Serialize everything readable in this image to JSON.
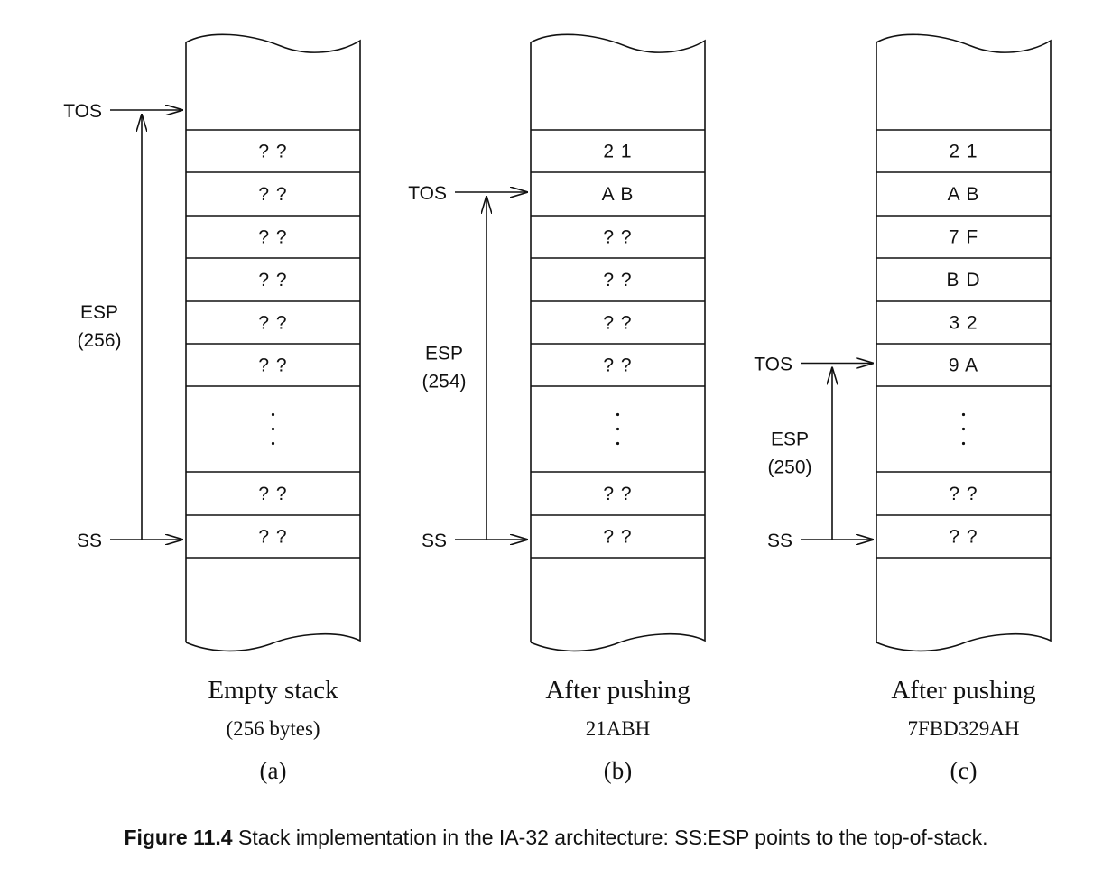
{
  "figure": {
    "caption_number": "Figure 11.4",
    "caption_text": "Stack implementation in the IA-32 architecture: SS:ESP points to the top-of-stack."
  },
  "panels": [
    {
      "id": "a",
      "cells": [
        "? ?",
        "? ?",
        "? ?",
        "? ?",
        "? ?",
        "? ?",
        ":",
        "? ?",
        "? ?"
      ],
      "tos_label": "TOS",
      "ss_label": "SS",
      "esp_label": "ESP",
      "esp_value": "(256)",
      "tos_index": -1,
      "caption_line1": "Empty stack",
      "caption_line2": "(256 bytes)",
      "caption_letter": "(a)"
    },
    {
      "id": "b",
      "cells": [
        "2 1",
        "A B",
        "? ?",
        "? ?",
        "? ?",
        "? ?",
        ":",
        "? ?",
        "? ?"
      ],
      "tos_label": "TOS",
      "ss_label": "SS",
      "esp_label": "ESP",
      "esp_value": "(254)",
      "tos_index": 1,
      "caption_line1": "After pushing",
      "caption_line2": "21ABH",
      "caption_letter": "(b)"
    },
    {
      "id": "c",
      "cells": [
        "2 1",
        "A B",
        "7 F",
        "B D",
        "3 2",
        "9 A",
        ":",
        "? ?",
        "? ?"
      ],
      "tos_label": "TOS",
      "ss_label": "SS",
      "esp_label": "ESP",
      "esp_value": "(250)",
      "tos_index": 5,
      "caption_line1": "After pushing",
      "caption_line2": "7FBD329AH",
      "caption_letter": "(c)"
    }
  ]
}
